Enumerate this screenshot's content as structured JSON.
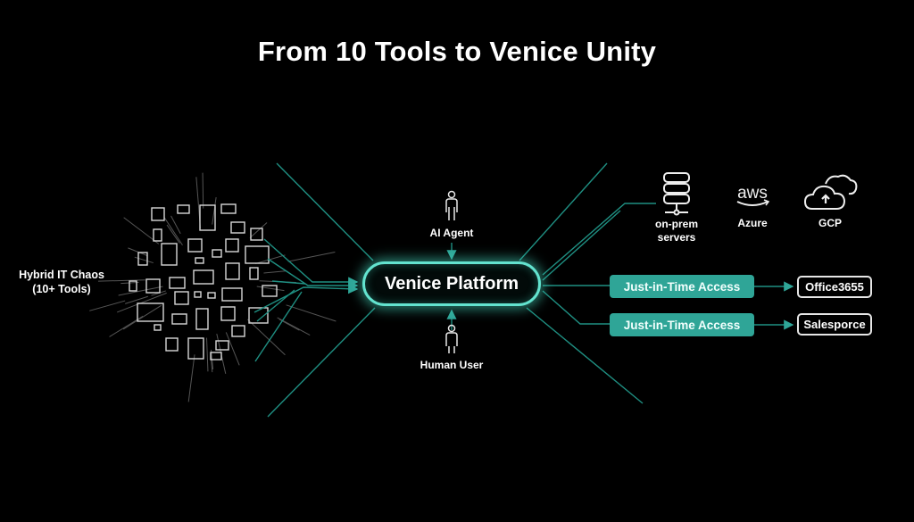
{
  "title": "From 10 Tools to Venice Unity",
  "chaos": {
    "label_line1": "Hybrid IT Chaos",
    "label_line2": "(10+ Tools)"
  },
  "platform": {
    "label": "Venice Platform"
  },
  "actors": {
    "top": {
      "label": "AI Agent",
      "icon": "person-icon"
    },
    "bottom": {
      "label": "Human User",
      "icon": "person-icon"
    }
  },
  "resources": [
    {
      "label_line1": "on-prem",
      "label_line2": "servers",
      "icon": "server-icon"
    },
    {
      "label_line1": "Azure",
      "icon": "aws-logo-icon",
      "logo_text": "aws"
    },
    {
      "label_line1": "GCP",
      "icon": "cloud-upload-icon"
    }
  ],
  "access_flows": [
    {
      "gate": "Just-in-Time Access",
      "target": "Office3655"
    },
    {
      "gate": "Just-in-Time Access",
      "target": "Salesporce"
    }
  ],
  "colors": {
    "background": "#000000",
    "accent": "#2fa597",
    "glow": "#63e3cf",
    "line": "#1f8f82"
  }
}
